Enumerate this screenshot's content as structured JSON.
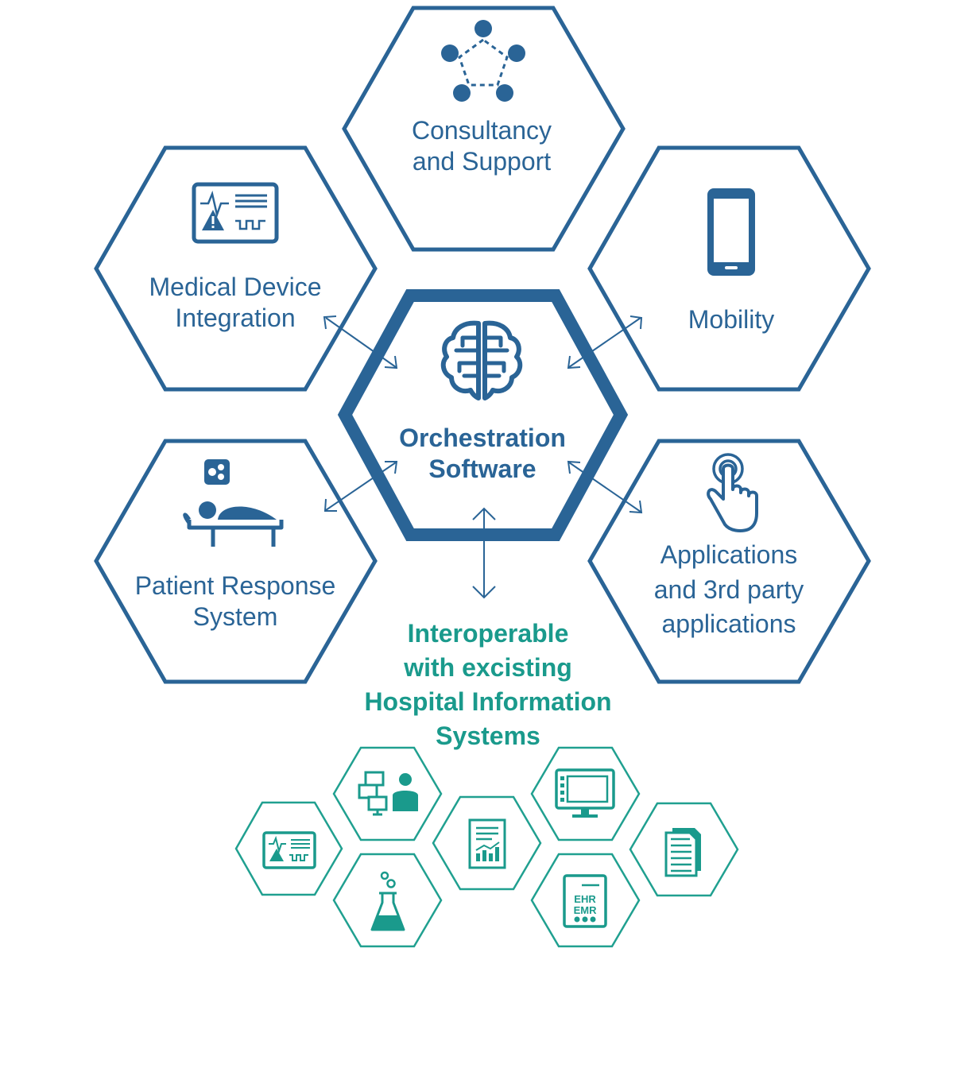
{
  "colors": {
    "primary": "#2a6496",
    "accent": "#1a9a8c",
    "background": "#ffffff"
  },
  "center": {
    "line1": "Orchestration",
    "line2": "Software",
    "icon": "brain-icon"
  },
  "nodes": [
    {
      "id": "consultancy",
      "line1": "Consultancy",
      "line2": "and Support",
      "icon": "team-meeting-icon"
    },
    {
      "id": "medical-device",
      "line1": "Medical Device",
      "line2": "Integration",
      "icon": "monitor-alarm-icon"
    },
    {
      "id": "mobility",
      "line1": "Mobility",
      "icon": "smartphone-icon"
    },
    {
      "id": "patient-response",
      "line1": "Patient Response",
      "line2": "System",
      "icon": "patient-bed-icon"
    },
    {
      "id": "applications",
      "line1": "Applications",
      "line2": "and 3rd party",
      "line3": "applications",
      "icon": "touch-hand-icon"
    }
  ],
  "interop": {
    "line1": "Interoperable",
    "line2": "with excisting",
    "line3": "Hospital Information",
    "line4": "Systems"
  },
  "hospital_systems": [
    {
      "icon": "monitor-alarm-icon"
    },
    {
      "icon": "workstations-staff-icon"
    },
    {
      "icon": "lab-flask-icon"
    },
    {
      "icon": "report-chart-icon"
    },
    {
      "icon": "display-screen-icon"
    },
    {
      "icon": "ehr-emr-icon",
      "label1": "EHR",
      "label2": "EMR"
    },
    {
      "icon": "documents-icon"
    }
  ]
}
